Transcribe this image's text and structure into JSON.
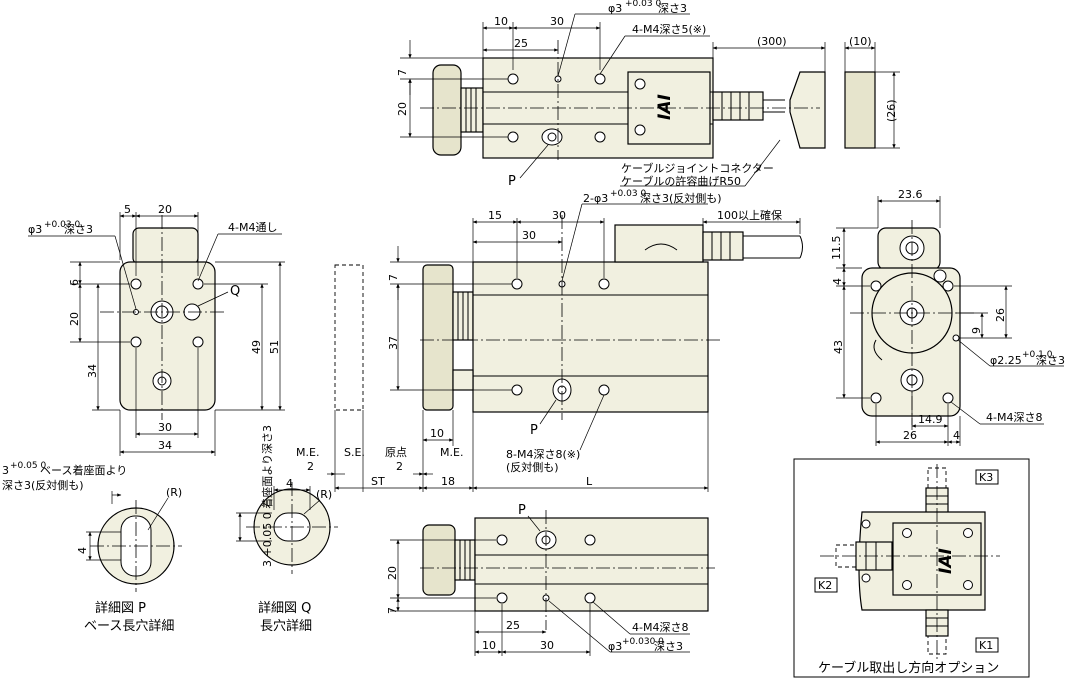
{
  "top_view": {
    "dims": {
      "d10": "10",
      "d30": "30",
      "d25": "25",
      "d7": "7",
      "d20": "20",
      "d300": "(300)",
      "d10p": "(10)",
      "d26p": "(26)"
    },
    "callout_hole": "φ3",
    "callout_hole_tol": "+0.03 0",
    "callout_hole_depth": "深さ3",
    "callout_tap": "4-M4深さ5(※)",
    "label_p": "P",
    "logo": "IAI",
    "note_line1": "ケーブルジョイントコネクター",
    "note_line2": "ケーブルの許容曲げR50"
  },
  "side_view": {
    "dims": {
      "d5": "5",
      "d20": "20",
      "d6": "6",
      "d20b": "20",
      "d34": "34",
      "d49": "49",
      "d51": "51",
      "d30": "30",
      "d34b": "34"
    },
    "callout_hole": "φ3",
    "callout_hole_tol": "+0.03 0",
    "callout_hole_depth": "深さ3",
    "callout_tap": "4-M4通し",
    "label_q": "Q"
  },
  "front_view": {
    "dims": {
      "d15": "15",
      "d30": "30",
      "d30b": "30",
      "d7": "7",
      "d37": "37",
      "d10": "10",
      "d2a": "2",
      "d2b": "2",
      "d18": "18",
      "dst": "ST",
      "dl": "L"
    },
    "callout_hole": "2-φ3",
    "callout_hole_tol": "+0.03 0",
    "callout_hole_depth": "深さ3(反対側も)",
    "callout_cable": "100以上確保",
    "label_me1": "M.E.",
    "label_se": "S.E.",
    "label_origin": "原点",
    "label_me2": "M.E.",
    "label_p": "P",
    "callout_tap_line1": "8-M4深さ8(※)",
    "callout_tap_line2": "(反対側も)"
  },
  "end_view": {
    "dims": {
      "d236": "23.6",
      "d115": "11.5",
      "d4": "4",
      "d43": "43",
      "d26": "26",
      "d9": "9",
      "d149": "14.9",
      "d26b": "26",
      "d4b": "4"
    },
    "callout_hole": "φ2.25",
    "callout_hole_tol": "+0.1 0",
    "callout_hole_depth": "深さ3",
    "callout_tap": "4-M4深さ8"
  },
  "bottom_view": {
    "dims": {
      "d20": "20",
      "d7": "7",
      "d25": "25",
      "d10": "10",
      "d30": "30"
    },
    "label_p": "P",
    "callout_tap": "4-M4深さ8",
    "callout_hole": "φ3",
    "callout_hole_tol": "+0.030 0",
    "callout_hole_depth": "深さ3"
  },
  "detail_p": {
    "tol": "3",
    "tol_sup": "+0.05 0",
    "note_line1": "ベース着座面より",
    "note_line2": "深さ3(反対側も)",
    "dim4": "4",
    "r": "(R)",
    "title1": "詳細図 P",
    "title2": "ベース長穴詳細"
  },
  "detail_q": {
    "vnote": "3 +0.05 0 着座面より深さ3",
    "dim4a": "4",
    "r": "(R)",
    "title1": "詳細図 Q",
    "title2": "長穴詳細"
  },
  "option_box": {
    "k1": "K1",
    "k2": "K2",
    "k3": "K3",
    "logo": "IAI",
    "title": "ケーブル取出し方向オプション"
  }
}
